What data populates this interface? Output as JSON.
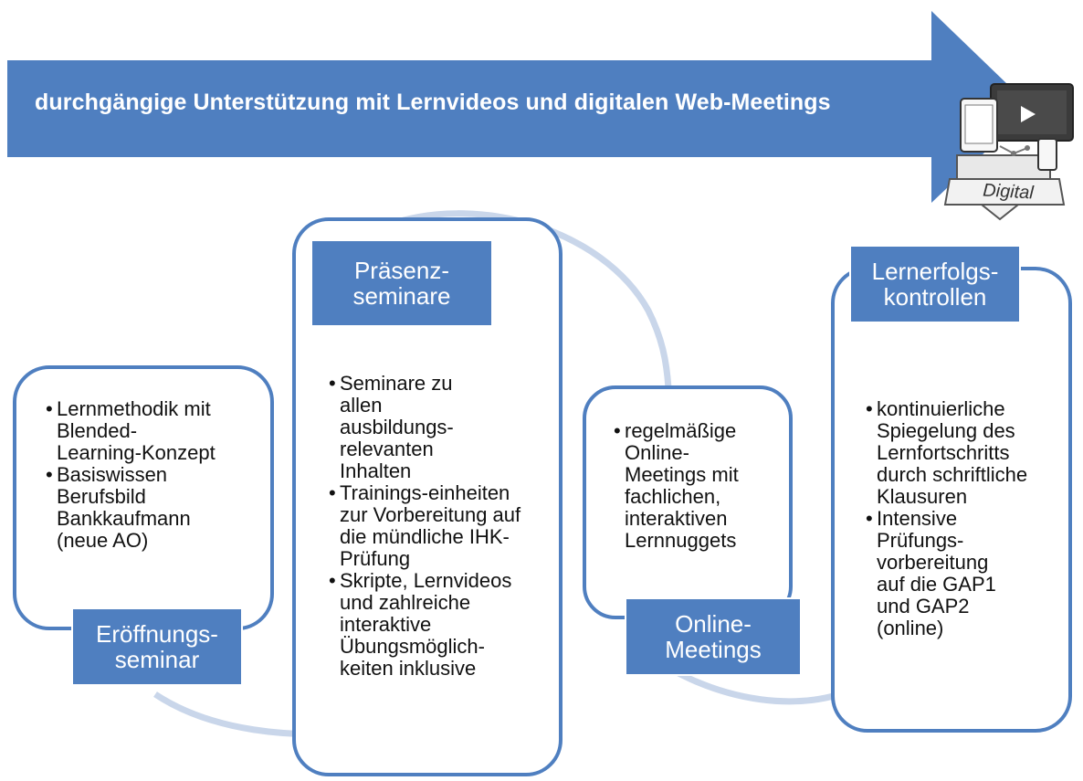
{
  "banner": {
    "text": "durchgängige Unterstützung mit Lernvideos und digitalen Web-Meetings",
    "icon_label": "Digital"
  },
  "stages": [
    {
      "label": "Eröffnungs-\nseminar",
      "items": [
        "Lernmethodik mit Blended-Learning-Konzept",
        "Basiswissen Berufsbild Bankkaufmann (neue AO)"
      ]
    },
    {
      "label": "Präsenz-\nseminare",
      "items": [
        "Seminare zu allen ausbildungs-relevanten Inhalten",
        "Trainings-einheiten zur Vorbereitung auf die mündliche IHK-Prüfung",
        "Skripte, Lernvideos und zahlreiche interaktive Übungsmöglich-keiten inklusive"
      ]
    },
    {
      "label": "Online-\nMeetings",
      "items": [
        "regelmäßige Online-Meetings mit fachlichen, interaktiven Lernnuggets"
      ]
    },
    {
      "label": "Lernerfolgs-\nkontrollen",
      "items": [
        "kontinuierliche Spiegelung des Lernfortschritts durch schriftliche Klausuren",
        "Intensive Prüfungs-vorbereitung auf die GAP1 und GAP2 (online)"
      ]
    }
  ],
  "colors": {
    "accent": "#4f7fc0",
    "connector": "#c9d6ea",
    "background": "#ffffff"
  }
}
